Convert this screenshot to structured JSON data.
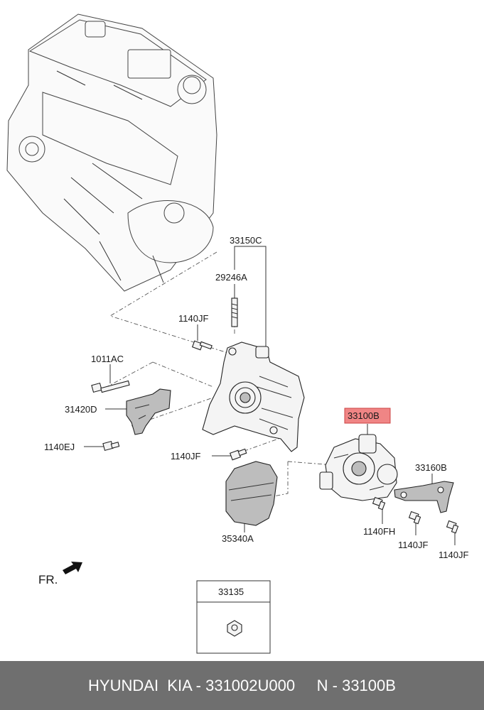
{
  "callouts": {
    "c_33150C": "33150C",
    "c_29246A": "29246A",
    "c_1140JF_top": "1140JF",
    "c_1011AC": "1011AC",
    "c_31420D": "31420D",
    "c_1140EJ": "1140EJ",
    "c_1140JF_mid": "1140JF",
    "c_33100B": "33100B",
    "c_33160B": "33160B",
    "c_35340A": "35340A",
    "c_1140FH": "1140FH",
    "c_1140JF_low": "1140JF",
    "c_1140JF_right": "1140JF",
    "c_33135": "33135"
  },
  "direction_label": "FR.",
  "highlight_color": "#f08585",
  "footer": {
    "text": "HYUNDAI  KIA - 331002U000     N - 33100B",
    "background": "#6f6f6f"
  }
}
